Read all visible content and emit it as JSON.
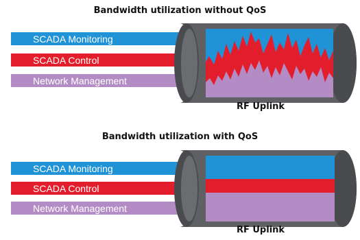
{
  "colors": {
    "monitoring": "#1f93d6",
    "control": "#e31e2c",
    "management": "#b48cc5",
    "cylinder_shell": "#5f6064",
    "cylinder_rim": "#4a4b4f"
  },
  "top": {
    "title": "Bandwidth utilization without QoS",
    "uplink": "RF Uplink"
  },
  "bottom": {
    "title": "Bandwidth utilization with QoS",
    "uplink": "RF Uplink"
  },
  "streams": [
    {
      "key": "monitoring",
      "label": "SCADA Monitoring"
    },
    {
      "key": "control",
      "label": "SCADA Control"
    },
    {
      "key": "management",
      "label": "Network Management"
    }
  ]
}
